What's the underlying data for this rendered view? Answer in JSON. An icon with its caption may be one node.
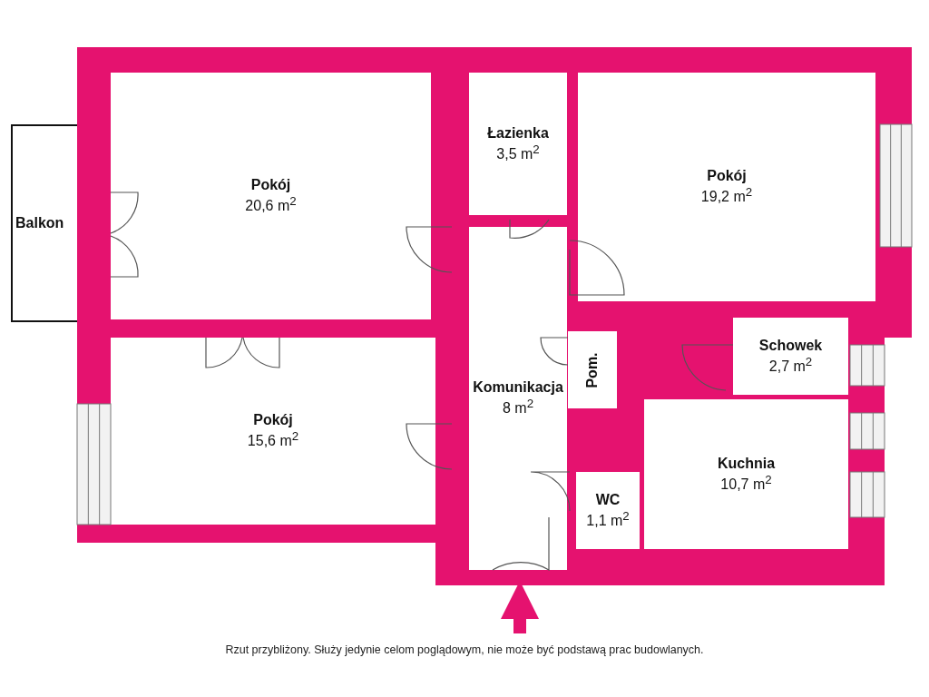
{
  "diagram": {
    "caption": "Rzut przybliżony. Służy jedynie celom poglądowym, nie może być podstawą prac budowlanych.",
    "nodes": [
      {
        "text": [
          "Pokój",
          "20,6 m$^{2}$"
        ]
      },
      {
        "text": [
          "Łazienka",
          "3,5 m$^{2}$"
        ]
      },
      {
        "text": [
          "Pokój",
          "19,2 m$^{2}$"
        ]
      },
      {
        "text": [
          "Balkon"
        ]
      },
      {
        "text": [
          "Pokój",
          "15,6 m$^{2}$"
        ]
      },
      {
        "text": [
          "Pom."
        ]
      },
      {
        "text": [
          "Schowek",
          "2,7 m$^{2}$"
        ]
      },
      {
        "text": [
          "Komunikacja",
          "8 m$^{2}$"
        ]
      },
      {
        "text": [
          "Kuchnia",
          "10,7 m$^{2}$"
        ]
      },
      {
        "text": [
          "WC",
          "1,1 m$^{2}$"
        ]
      }
    ],
    "edges": [
      {
        "from": null,
        "to": 7,
        "arrow": "to"
      }
    ]
  }
}
